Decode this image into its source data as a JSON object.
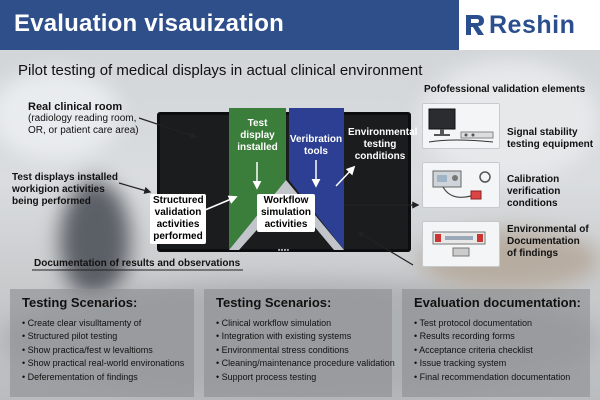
{
  "header": {
    "title": "Evaluation visauization",
    "logo_text": "Reshin"
  },
  "subtitle": "Pilot testing of medical displays in actual clinical environment",
  "left_labels": {
    "room_title": "Real clinical room",
    "room_detail": [
      "(radiology reading room,",
      "OR, or patient care area)"
    ],
    "installed": [
      "Test displays installed",
      "workigion activities",
      "being performed"
    ]
  },
  "process": {
    "test_display": [
      "Test",
      "display",
      "installed"
    ],
    "verification": [
      "Veribration",
      "tools"
    ],
    "environmental": [
      "Environmental",
      "testing",
      "conditions"
    ],
    "structured": [
      "Structured",
      "validation",
      "activities",
      "performed"
    ],
    "workflow": [
      "Workflow",
      "simulation",
      "activities"
    ]
  },
  "documentation_line": "Documentation of results and observations",
  "professional": {
    "heading": "Pofofessional validation elements",
    "items": [
      {
        "label": [
          "Signal stability",
          "testing equipment"
        ],
        "icon": "monitor-icon"
      },
      {
        "label": [
          "Calibration",
          "verification",
          "conditions"
        ],
        "icon": "calibration-device-icon"
      },
      {
        "label": [
          "Environmental of",
          "Documentation",
          "of findings"
        ],
        "icon": "light-meter-icon"
      }
    ]
  },
  "panels": [
    {
      "title": "Testing Scenarios:",
      "items": [
        "Create clear visulltamenty of",
        "Structured pilot testing",
        "Show practica/fest w levaltioms",
        "Show practical real-world environations",
        "Deferementation of findings"
      ]
    },
    {
      "title": "Testing Scenarios:",
      "items": [
        "Clinical workflow simulation",
        "Integration with existing systems",
        "Environmental stress conditions",
        "Cleaning/maintenance procedure validation",
        "Support process testing"
      ]
    },
    {
      "title": "Evaluation documentation:",
      "items": [
        "Test protocol documentation",
        "Results recording forms",
        "Acceptance criteria checklist",
        "Issue tracking system",
        "Final recommendation documentation"
      ]
    }
  ],
  "colors": {
    "header": "#2f4f8a",
    "green": "#3b7d3a",
    "blue": "#2c3f92",
    "logo": "#2b4e8e"
  }
}
